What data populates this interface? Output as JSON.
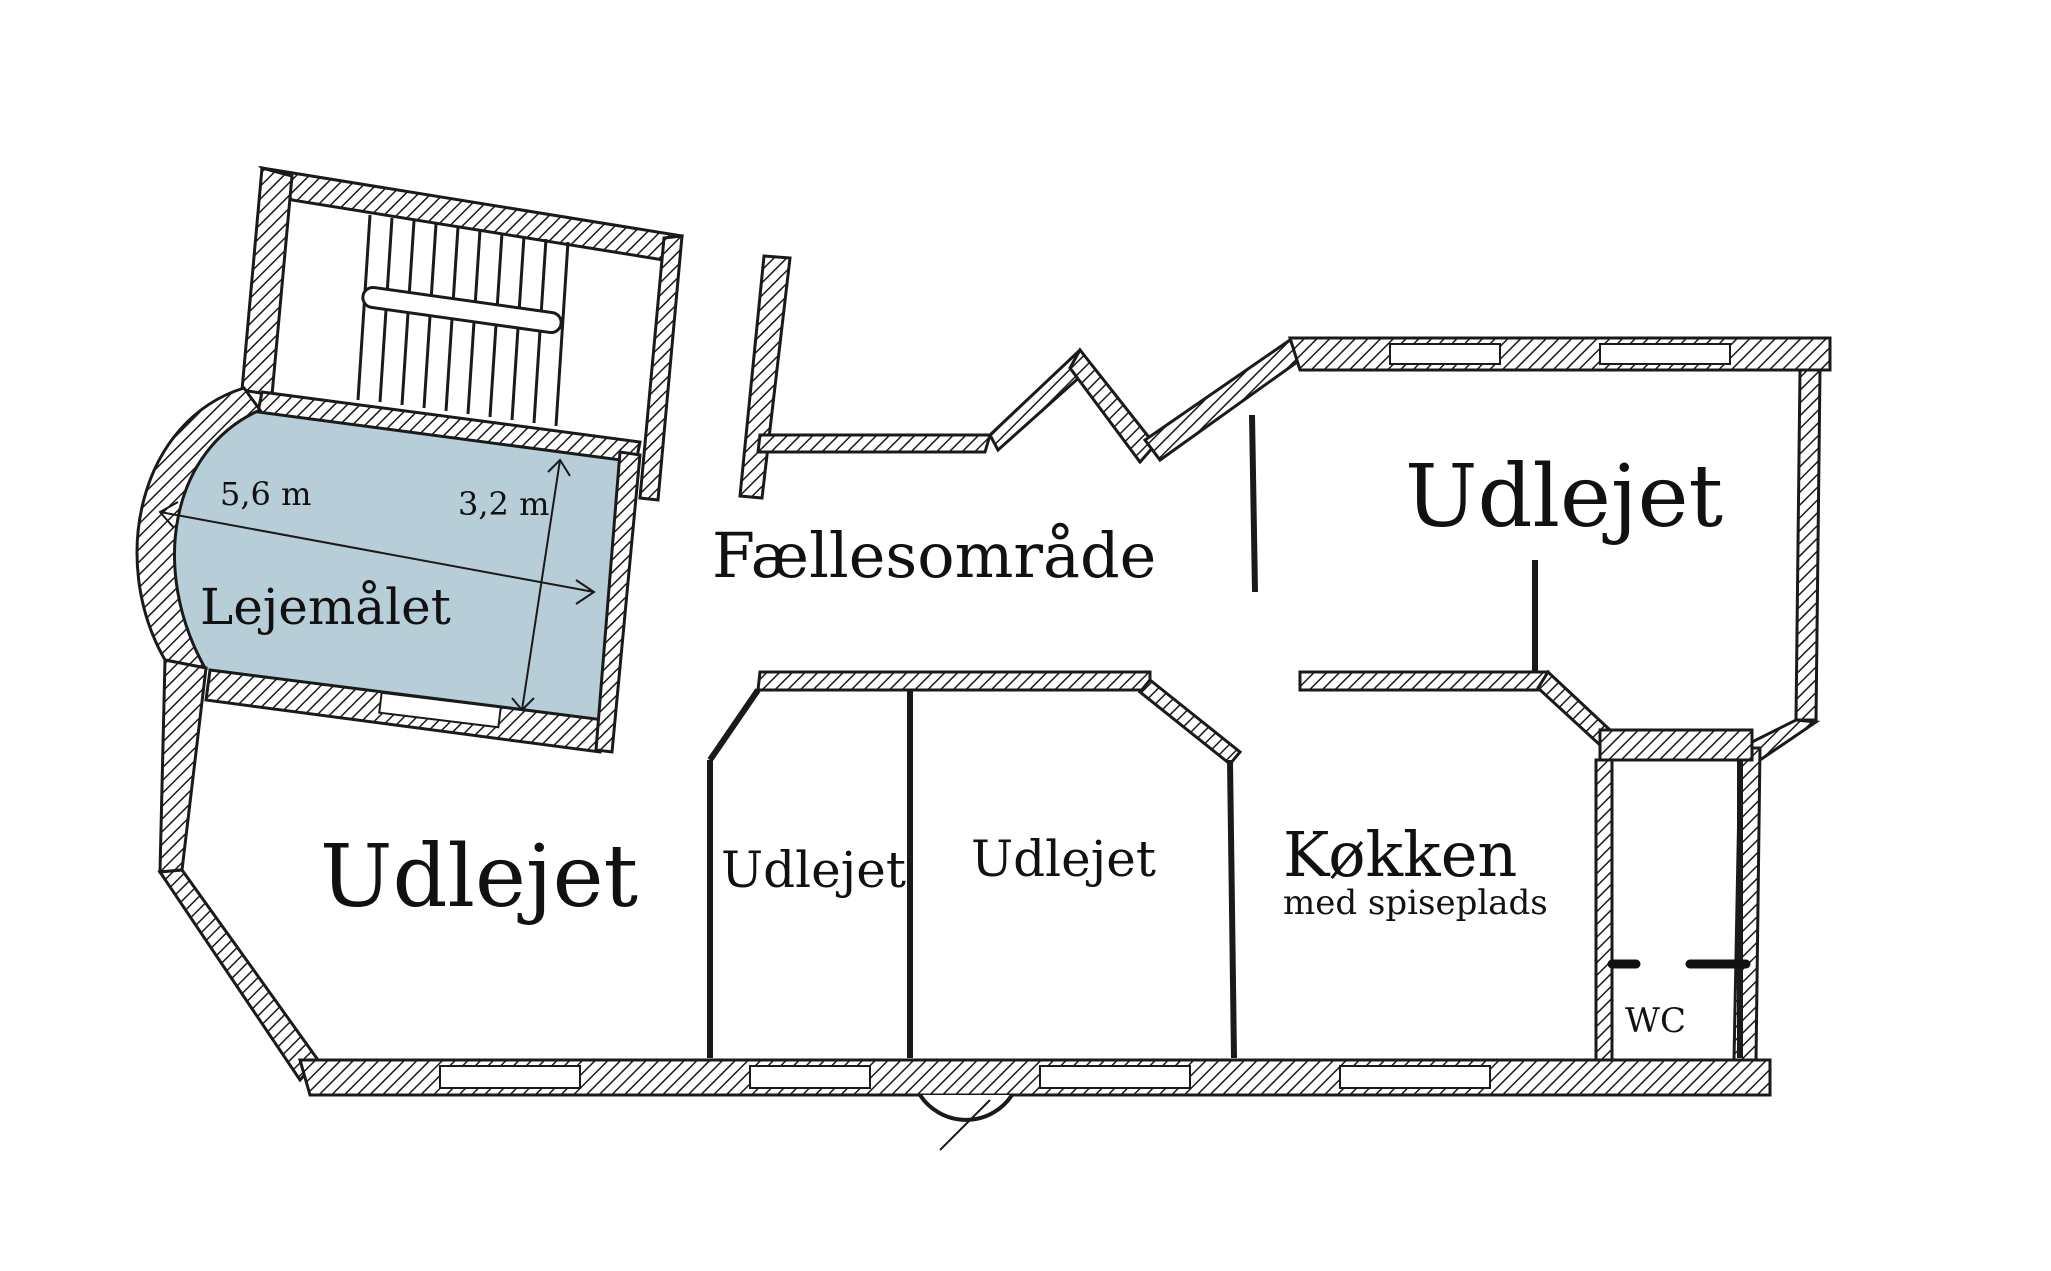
{
  "plan": {
    "highlight_color": "#b7cdd8",
    "wall_color": "#1a1a1a",
    "rooms": {
      "lejemaalet": {
        "label": "Lejemålet",
        "width_label": "5,6 m",
        "depth_label": "3,2 m"
      },
      "faelles": {
        "label": "Fællesområde"
      },
      "udlejet_top_right": {
        "label": "Udlejet"
      },
      "udlejet_left": {
        "label": "Udlejet"
      },
      "udlejet_small": {
        "label": "Udlejet"
      },
      "udlejet_middle": {
        "label": "Udlejet"
      },
      "kokken": {
        "label": "Køkken",
        "sublabel": "med spiseplads"
      },
      "wc": {
        "label": "WC"
      }
    }
  }
}
